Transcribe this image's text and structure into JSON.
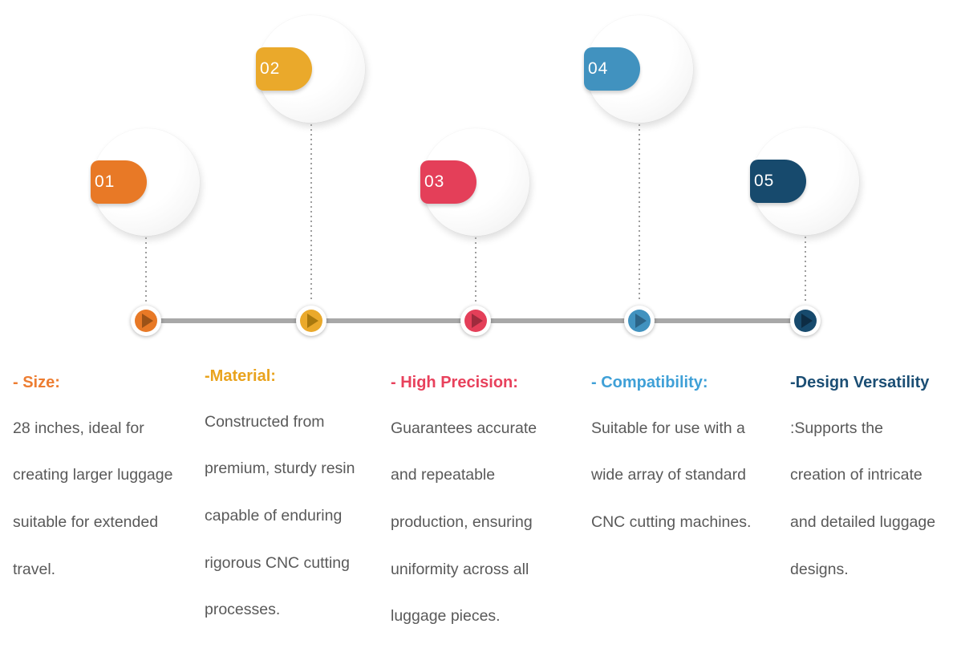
{
  "page": {
    "background": "#ffffff",
    "body_text_color": "#595959"
  },
  "timeline": {
    "line_color": "#a8a8a8",
    "dot_color": "#9e9e9e"
  },
  "items": [
    {
      "number": "01",
      "accent_color": "#e87926",
      "triangle_color": "#9c5217",
      "header_color": "#ed7d31",
      "header": "- Size:",
      "body_lines": [
        "28 inches, ideal for",
        "creating larger luggage",
        "suitable for extended",
        "travel."
      ]
    },
    {
      "number": "02",
      "accent_color": "#eaa92b",
      "triangle_color": "#a9790e",
      "header_color": "#e9a31d",
      "header": "-Material:",
      "body_lines": [
        "Constructed from",
        "premium, sturdy resin",
        "capable of enduring",
        "rigorous CNC cutting",
        "processes."
      ]
    },
    {
      "number": "03",
      "accent_color": "#e43f59",
      "triangle_color": "#9e2b3d",
      "header_color": "#e8415c",
      "header": "- High Precision:",
      "body_lines": [
        "Guarantees accurate",
        "and repeatable",
        "production, ensuring",
        "uniformity across all",
        "luggage pieces."
      ]
    },
    {
      "number": "04",
      "accent_color": "#4192bf",
      "triangle_color": "#2c6487",
      "header_color": "#3fa0d7",
      "header": "- Compatibility:",
      "body_lines": [
        "Suitable for use with a",
        "wide array of standard",
        "CNC cutting machines."
      ]
    },
    {
      "number": "05",
      "accent_color": "#174a6d",
      "triangle_color": "#0d2c44",
      "header_color": "#1b4e74",
      "header": "-Design Versatility",
      "body_lines": [
        ":Supports the",
        "creation of intricate",
        "and detailed luggage",
        "designs."
      ]
    }
  ]
}
